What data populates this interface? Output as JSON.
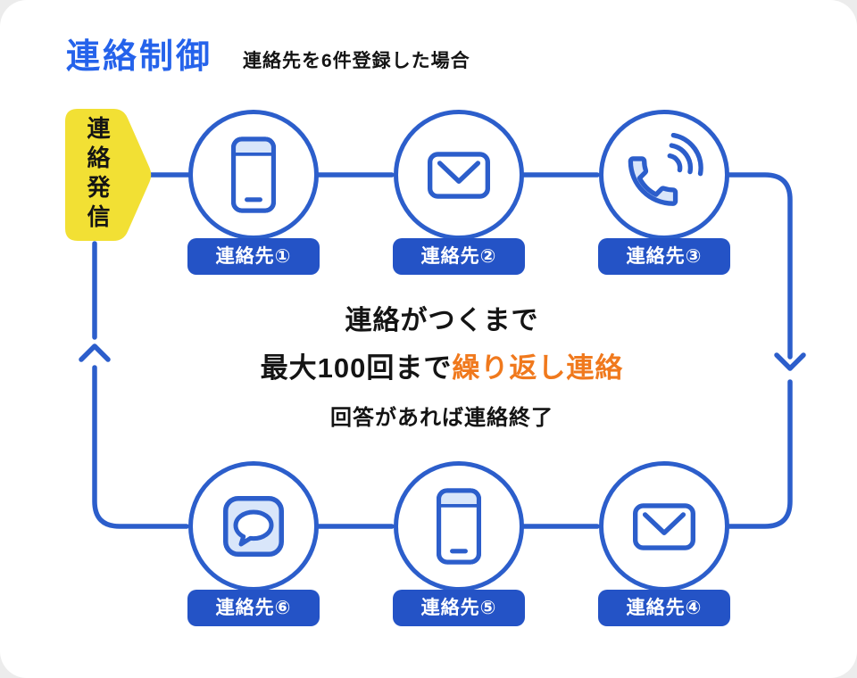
{
  "header": {
    "title": "連絡制御",
    "subtitle": "連絡先を6件登録した場合"
  },
  "start": {
    "label": "連絡発信"
  },
  "nodes": [
    {
      "label": "連絡先①",
      "icon": "smartphone-icon"
    },
    {
      "label": "連絡先②",
      "icon": "email-icon"
    },
    {
      "label": "連絡先③",
      "icon": "phone-call-icon"
    },
    {
      "label": "連絡先④",
      "icon": "email-icon"
    },
    {
      "label": "連絡先⑤",
      "icon": "smartphone-icon"
    },
    {
      "label": "連絡先⑥",
      "icon": "chat-icon"
    }
  ],
  "center_text": {
    "line1": "連絡がつくまで",
    "line2_black": "最大100回まで",
    "line2_orange": "繰り返し連絡",
    "line3": "回答があれば連絡終了"
  },
  "colors": {
    "title_blue": "#2563eb",
    "line_blue": "#2c5ecb",
    "label_blue": "#2453c6",
    "light_blue_fill": "#d9e6fa",
    "start_yellow": "#f2e034",
    "highlight_orange": "#f0791d",
    "text_black": "#141414"
  }
}
